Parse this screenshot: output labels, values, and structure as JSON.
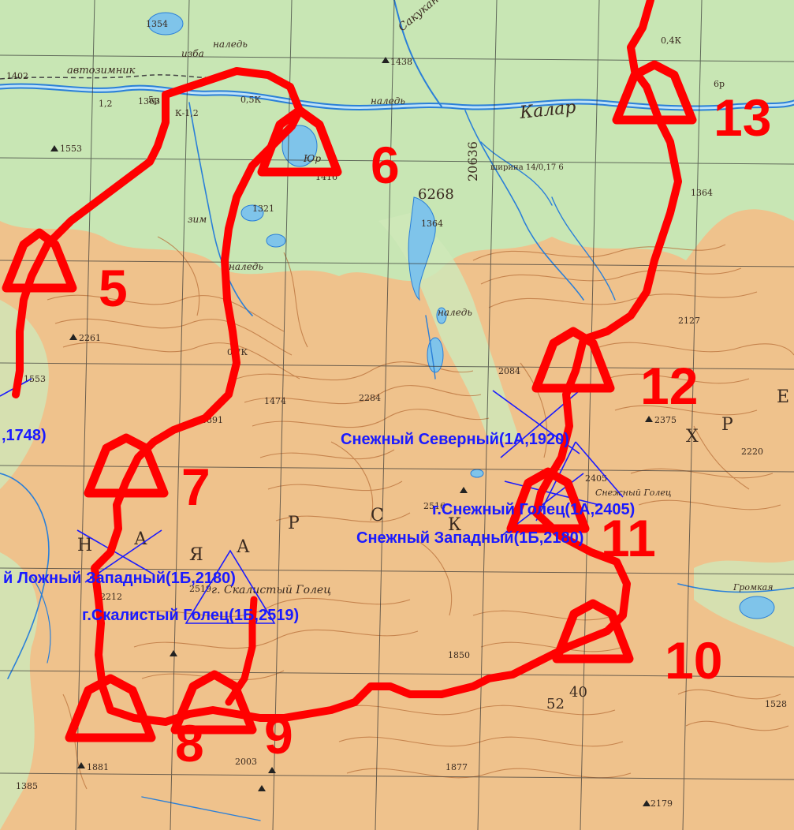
{
  "colors": {
    "route": "#ff0000",
    "pass": "#1a1aff",
    "terrain": "#efc28c",
    "forest": "#c8e6b4",
    "water": "#7fc4ea",
    "river": "#2a7fd8",
    "grid": "#333333",
    "contour": "#b9703a"
  },
  "camps": [
    {
      "number": "5"
    },
    {
      "number": "6"
    },
    {
      "number": "7"
    },
    {
      "number": "8"
    },
    {
      "number": "9"
    },
    {
      "number": "10"
    },
    {
      "number": "11"
    },
    {
      "number": "12"
    },
    {
      "number": "13"
    }
  ],
  "passes": [
    {
      "label": "Снежный Северный(1А,1920)"
    },
    {
      "label": "г.Снежный Голец(1А,2405)"
    },
    {
      "label": "Снежный Западный(1Б,2180)"
    },
    {
      "label": "й Ложный Западный(1Б,2180)"
    },
    {
      "label": "г.Скалистый Голец(1Б,2519)"
    },
    {
      "label": ",1748)"
    }
  ],
  "map_labels": {
    "river_kalar": "Калар",
    "river_sakukan": "Сакукан",
    "winter_road": "автозимник",
    "naled_1": "наледь",
    "naled_2": "наледь",
    "naled_3": "наледь",
    "naled_4": "наледь",
    "izba": "изба",
    "zim": "зим",
    "ozero": "Юр",
    "letter_kh": "Х",
    "letter_r": "Р",
    "letter_e": "Е",
    "letter_n": "Н",
    "letter_ya": "Я",
    "letter_a1": "А",
    "letter_a2": "А",
    "letter_r2": "Р",
    "letter_s": "С",
    "letter_k": "К",
    "skal_golets_map": "г. Скалистый Голец",
    "snezh_golets_map": "Снежный Голец",
    "kr_river": "Громкая",
    "grid_20636": "20636",
    "grid_6268": "6268",
    "grid_52": "52",
    "grid_40": "40",
    "elev_1354": "1354",
    "elev_1438": "1438",
    "elev_1402": "1402",
    "elev_1363": "1363",
    "elev_1553": "1553",
    "elev_1416": "1416",
    "elev_1321": "1321",
    "elev_1364a": "1364",
    "elev_1364b": "1364",
    "elev_2261": "2261",
    "elev_1553b": "1553",
    "elev_1891": "1891",
    "elev_1474": "1474",
    "elev_2284": "2284",
    "elev_2084": "2084",
    "elev_2127": "2127",
    "elev_2375": "2375",
    "elev_2220": "2220",
    "elev_2405": "2405",
    "elev_2516": "2516",
    "elev_2519": "2519",
    "elev_2212": "2212",
    "elev_1850": "1850",
    "elev_1528": "1528",
    "elev_2003": "2003",
    "elev_1877": "1877",
    "elev_2179": "2179",
    "elev_1881": "1881",
    "elev_1385": "1385",
    "river_frac_1": "1,2",
    "river_frac_2": "0,7К",
    "river_frac_3": "0,5К",
    "river_frac_4": "К-1,2",
    "river_frac_5": "5р",
    "river_frac_6": "6р",
    "river_frac_7": "0,4К",
    "depth_note": "ширина 14/0,17 6"
  }
}
